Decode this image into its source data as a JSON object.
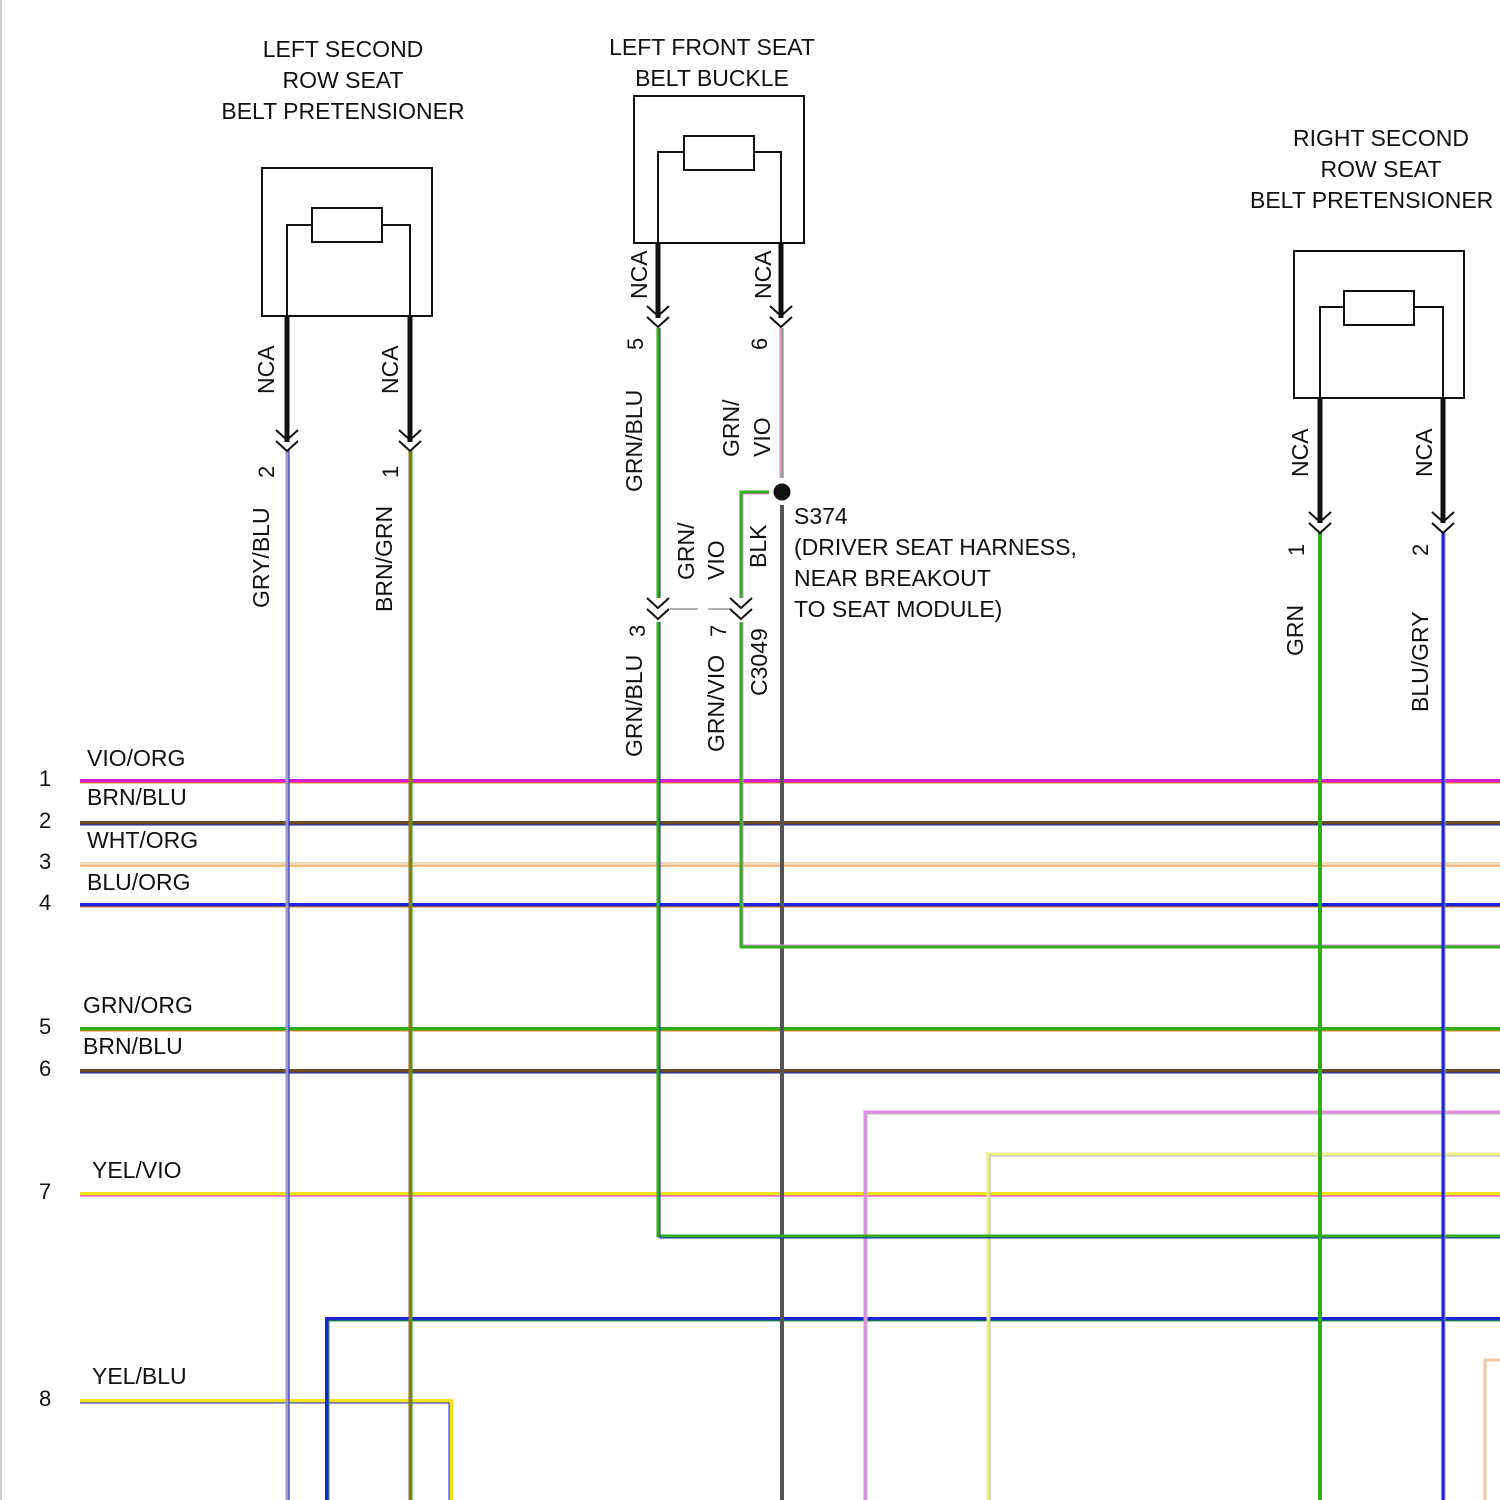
{
  "components": {
    "left_second": {
      "title": [
        "LEFT SECOND",
        "ROW SEAT",
        "BELT PRETENSIONER"
      ],
      "nca_a": "NCA",
      "nca_b": "NCA",
      "pin_a": "2",
      "pin_b": "1",
      "wire_a": "GRY/BLU",
      "wire_b": "BRN/GRN"
    },
    "left_front": {
      "title": [
        "LEFT FRONT SEAT",
        "BELT BUCKLE"
      ],
      "nca_a": "NCA",
      "nca_b": "NCA",
      "pin_a": "5",
      "pin_b": "6",
      "wire_a": "GRN/BLU",
      "wire_b_1": "GRN/",
      "wire_b_2": "VIO"
    },
    "right_second": {
      "title": [
        "RIGHT SECOND",
        "ROW SEAT",
        "BELT PRETENSIONER"
      ],
      "nca_a": "NCA",
      "nca_b": "NCA",
      "pin_a": "1",
      "pin_b": "2",
      "wire_a": "GRN",
      "wire_b": "BLU/GRY"
    }
  },
  "splice": {
    "id": "S374",
    "desc": [
      "(DRIVER SEAT HARNESS,",
      "NEAR BREAKOUT",
      "TO SEAT MODULE)"
    ]
  },
  "connector": {
    "id": "C3049",
    "pin_a": "3",
    "pin_b": "7",
    "wire_a": "GRN/BLU",
    "wire_b": "GRN/VIO",
    "upper_1": "GRN/",
    "upper_2": "VIO",
    "blk": "BLK"
  },
  "bus": [
    {
      "num": "1",
      "label": "VIO/ORG"
    },
    {
      "num": "2",
      "label": "BRN/BLU"
    },
    {
      "num": "3",
      "label": "WHT/ORG"
    },
    {
      "num": "4",
      "label": "BLU/ORG"
    },
    {
      "num": "5",
      "label": "GRN/ORG"
    },
    {
      "num": "6",
      "label": "BRN/BLU"
    },
    {
      "num": "7",
      "label": "YEL/VIO"
    },
    {
      "num": "8",
      "label": "YEL/BLU"
    }
  ],
  "colors": {
    "vio": "#d81bd0",
    "org": "#f08a1c",
    "brn": "#6b4a1e",
    "blu": "#1a24d6",
    "wht": "#f4e6d0",
    "grn": "#2fae1a",
    "yel": "#f2e21a",
    "gry": "#9a9ac8",
    "blk": "#111111",
    "lightvio": "#e28de0",
    "paleyel": "#eeee88"
  }
}
